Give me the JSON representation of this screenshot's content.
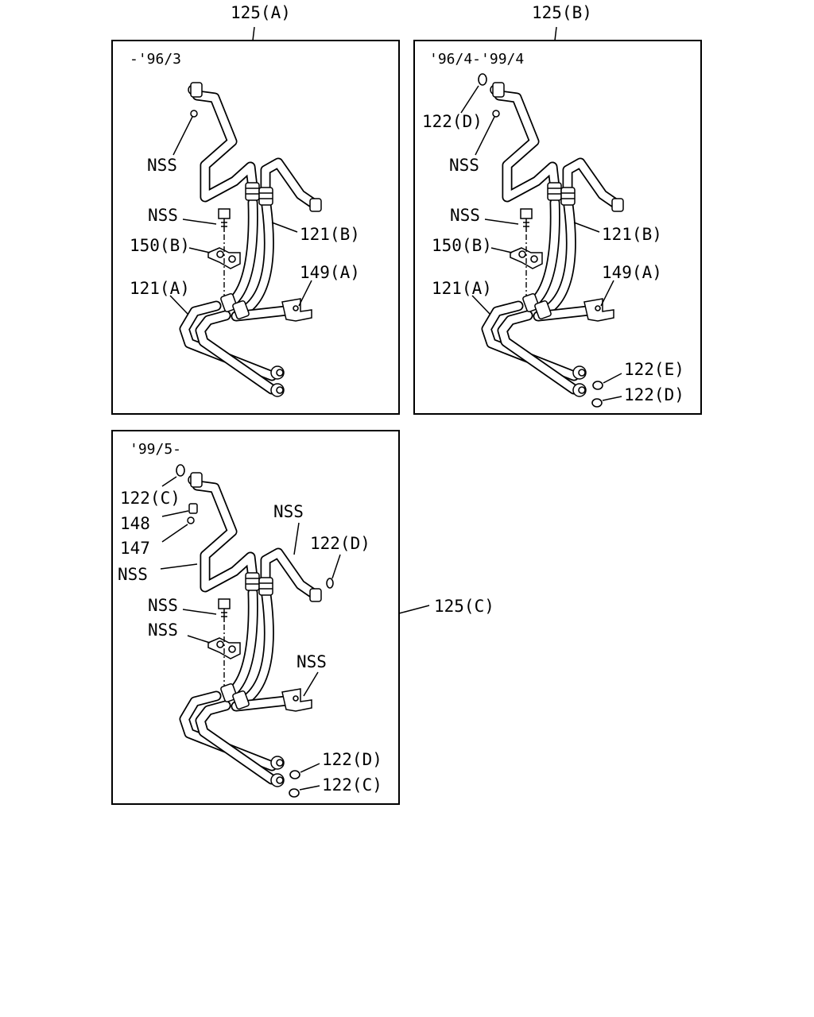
{
  "panels": [
    {
      "id": "A",
      "title": "125(A)",
      "range": "-'96/3",
      "callouts": [
        "NSS",
        "NSS",
        "150(B)",
        "121(A)",
        "121(B)",
        "149(A)"
      ]
    },
    {
      "id": "B",
      "title": "125(B)",
      "range": "'96/4-'99/4",
      "callouts": [
        "122(D)",
        "NSS",
        "NSS",
        "150(B)",
        "121(A)",
        "121(B)",
        "149(A)",
        "122(E)",
        "122(D)"
      ]
    },
    {
      "id": "C",
      "title": "125(C)",
      "range": "'99/5-",
      "callouts": [
        "122(C)",
        "148",
        "147",
        "NSS",
        "NSS",
        "122(D)",
        "NSS",
        "NSS",
        "NSS",
        "122(D)",
        "122(C)"
      ]
    }
  ]
}
